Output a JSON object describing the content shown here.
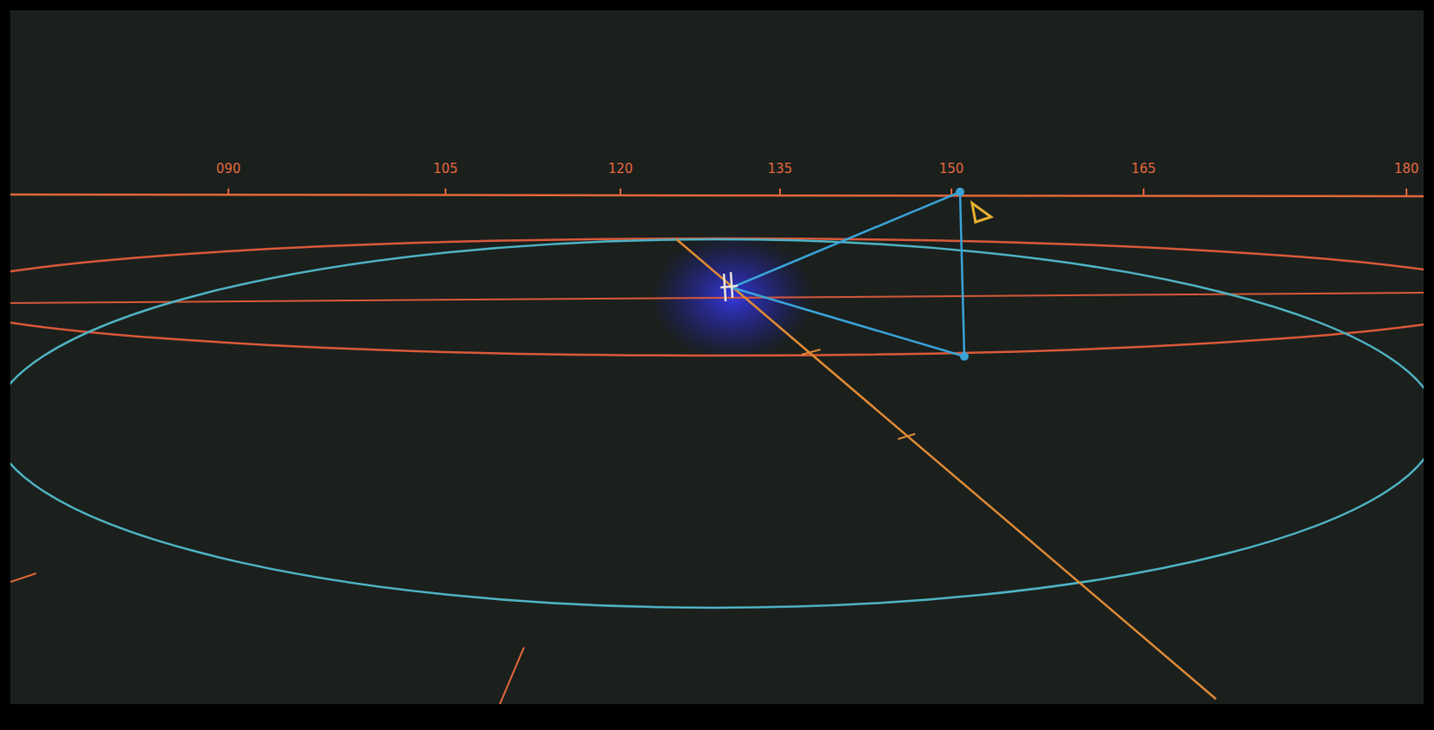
{
  "diagram": {
    "labels": [
      "090",
      "105",
      "120",
      "135",
      "150",
      "165",
      "180"
    ]
  }
}
